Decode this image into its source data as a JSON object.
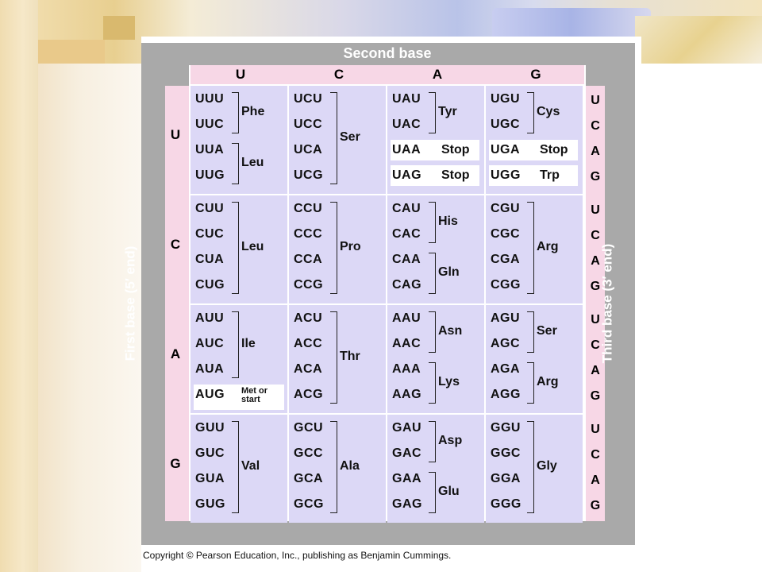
{
  "header": {
    "title": "Second base",
    "columns": [
      "U",
      "C",
      "A",
      "G"
    ]
  },
  "first_base_label": "First base (5′ end)",
  "third_base_label": "Third base (3′ end)",
  "rows": [
    {
      "first": "U",
      "third": [
        "U",
        "C",
        "A",
        "G"
      ],
      "cells": [
        {
          "codons": [
            "UUU",
            "UUC",
            "UUA",
            "UUG"
          ],
          "groups": [
            {
              "label": "Phe"
            },
            {
              "label": "Leu"
            }
          ]
        },
        {
          "codons": [
            "UCU",
            "UCC",
            "UCA",
            "UCG"
          ],
          "groups": [
            {
              "label": "Ser"
            }
          ]
        },
        {
          "codons": [
            "UAU",
            "UAC",
            "UAA",
            "UAG"
          ],
          "groups": [
            {
              "label": "Tyr"
            },
            {
              "label": "Stop"
            },
            {
              "label": "Stop"
            }
          ]
        },
        {
          "codons": [
            "UGU",
            "UGC",
            "UGA",
            "UGG"
          ],
          "groups": [
            {
              "label": "Cys"
            },
            {
              "label": "Stop"
            },
            {
              "label": "Trp"
            }
          ]
        }
      ]
    },
    {
      "first": "C",
      "third": [
        "U",
        "C",
        "A",
        "G"
      ],
      "cells": [
        {
          "codons": [
            "CUU",
            "CUC",
            "CUA",
            "CUG"
          ],
          "groups": [
            {
              "label": "Leu"
            }
          ]
        },
        {
          "codons": [
            "CCU",
            "CCC",
            "CCA",
            "CCG"
          ],
          "groups": [
            {
              "label": "Pro"
            }
          ]
        },
        {
          "codons": [
            "CAU",
            "CAC",
            "CAA",
            "CAG"
          ],
          "groups": [
            {
              "label": "His"
            },
            {
              "label": "Gln"
            }
          ]
        },
        {
          "codons": [
            "CGU",
            "CGC",
            "CGA",
            "CGG"
          ],
          "groups": [
            {
              "label": "Arg"
            }
          ]
        }
      ]
    },
    {
      "first": "A",
      "third": [
        "U",
        "C",
        "A",
        "G"
      ],
      "cells": [
        {
          "codons": [
            "AUU",
            "AUC",
            "AUA",
            "AUG"
          ],
          "groups": [
            {
              "label": "Ile"
            },
            {
              "label": "Met or start"
            }
          ]
        },
        {
          "codons": [
            "ACU",
            "ACC",
            "ACA",
            "ACG"
          ],
          "groups": [
            {
              "label": "Thr"
            }
          ]
        },
        {
          "codons": [
            "AAU",
            "AAC",
            "AAA",
            "AAG"
          ],
          "groups": [
            {
              "label": "Asn"
            },
            {
              "label": "Lys"
            }
          ]
        },
        {
          "codons": [
            "AGU",
            "AGC",
            "AGA",
            "AGG"
          ],
          "groups": [
            {
              "label": "Ser"
            },
            {
              "label": "Arg"
            }
          ]
        }
      ]
    },
    {
      "first": "G",
      "third": [
        "U",
        "C",
        "A",
        "G"
      ],
      "cells": [
        {
          "codons": [
            "GUU",
            "GUC",
            "GUA",
            "GUG"
          ],
          "groups": [
            {
              "label": "Val"
            }
          ]
        },
        {
          "codons": [
            "GCU",
            "GCC",
            "GCA",
            "GCG"
          ],
          "groups": [
            {
              "label": "Ala"
            }
          ]
        },
        {
          "codons": [
            "GAU",
            "GAC",
            "GAA",
            "GAG"
          ],
          "groups": [
            {
              "label": "Asp"
            },
            {
              "label": "Glu"
            }
          ]
        },
        {
          "codons": [
            "GGU",
            "GGC",
            "GGA",
            "GGG"
          ],
          "groups": [
            {
              "label": "Gly"
            }
          ]
        }
      ]
    }
  ],
  "copyright": "Copyright © Pearson Education, Inc., publishing as Benjamin Cummings.",
  "colors": {
    "header_gray": "#a9a9a9",
    "pink": "#f7d7e6",
    "lavender": "#dcd8f6"
  }
}
